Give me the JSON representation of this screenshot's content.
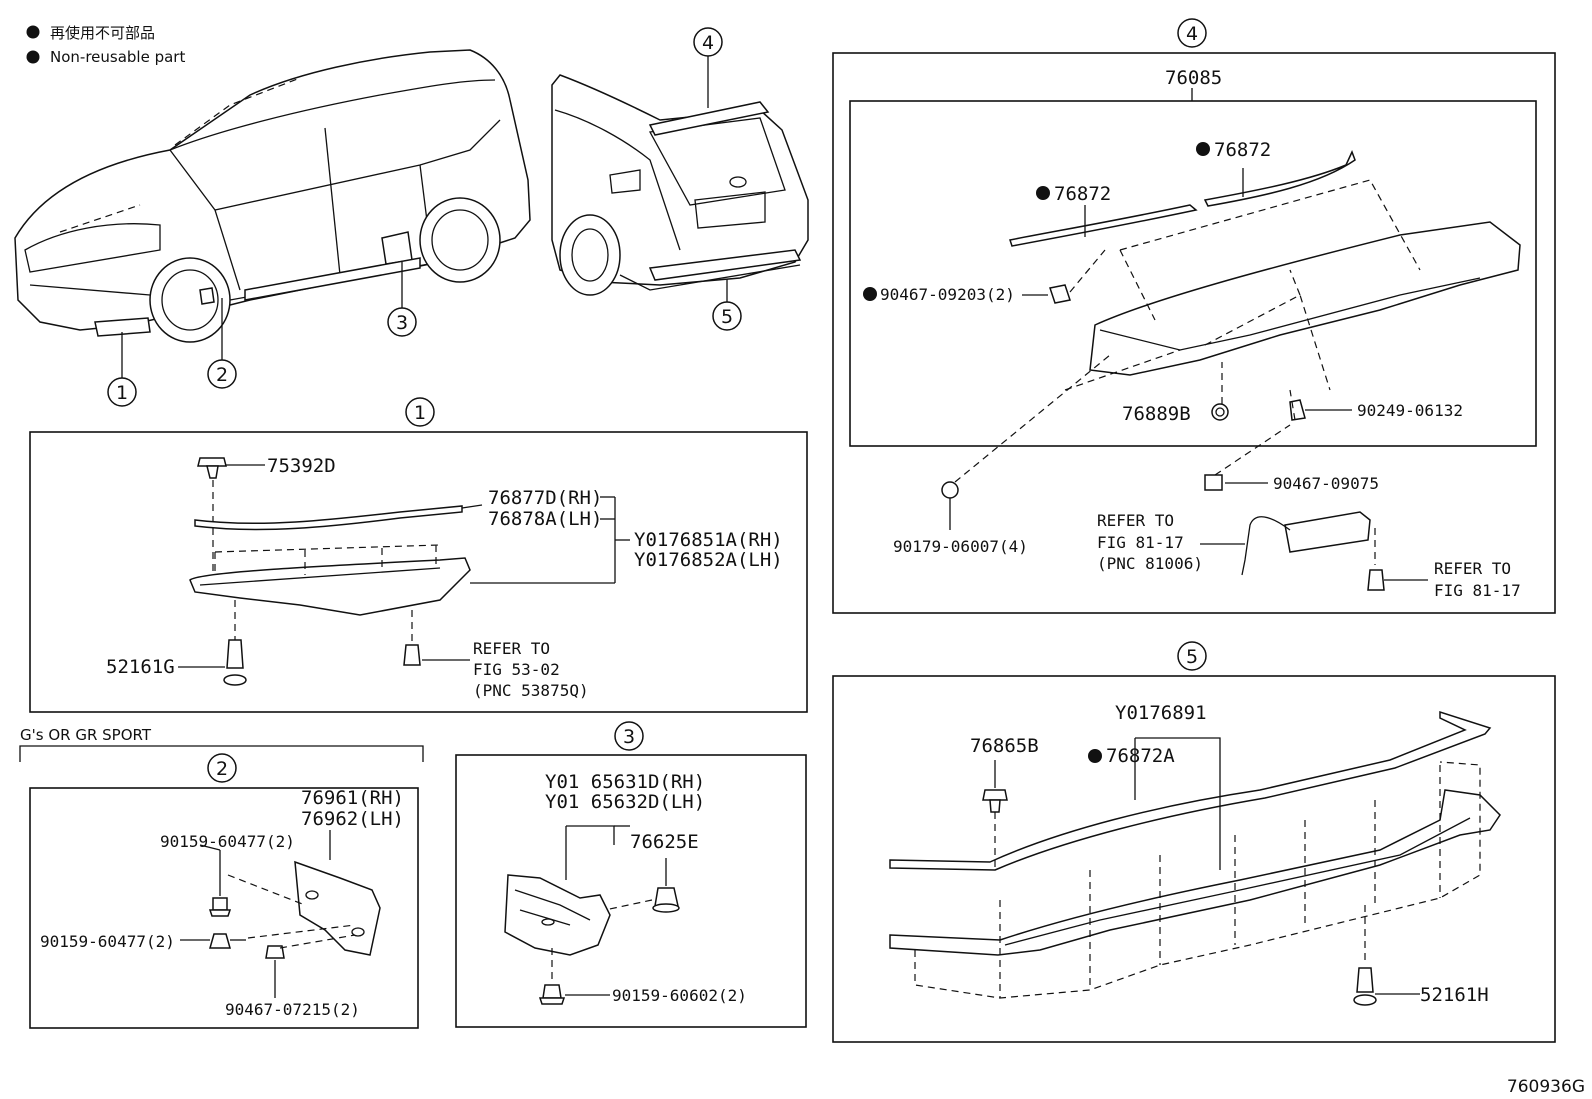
{
  "legend": {
    "jp": "再使用不可部品",
    "en": "Non-reusable part"
  },
  "callouts": {
    "c1": "1",
    "c2": "2",
    "c3": "3",
    "c4": "4",
    "c5": "5"
  },
  "group_label": "G's OR GR SPORT",
  "section1": {
    "p75392d": "75392D",
    "p76877d": "76877D(RH)",
    "p76878a": "76878A(LH)",
    "py76851a": "Y0176851A(RH)",
    "py76852a": "Y0176852A(LH)",
    "p52161g": "52161G",
    "refer1": "REFER TO",
    "refer2": "FIG 53-02",
    "refer3": "(PNC 53875Q)"
  },
  "section2": {
    "p76961": "76961(RH)",
    "p76962": "76962(LH)",
    "p90159a": "90159-60477(2)",
    "p90159b": "90159-60477(2)",
    "p90467": "90467-07215(2)"
  },
  "section3": {
    "py65631d": "Y01 65631D(RH)",
    "py65632d": "Y01 65632D(LH)",
    "p76625e": "76625E",
    "p90159": "90159-60602(2)"
  },
  "section4": {
    "p76085": "76085",
    "p76872a": "76872",
    "p76872b": "76872",
    "p90467a": "90467-09203(2)",
    "p76889b": "76889B",
    "p90249": "90249-06132",
    "p90467b": "90467-09075",
    "p90179": "90179-06007(4)",
    "referA1": "REFER TO",
    "referA2": "FIG 81-17",
    "referA3": "(PNC 81006)",
    "referB1": "REFER TO",
    "referB2": "FIG 81-17"
  },
  "section5": {
    "py76891": "Y0176891",
    "p76865b": "76865B",
    "p76872a": "76872A",
    "p52161h": "52161H"
  },
  "figure_id": "760936G"
}
